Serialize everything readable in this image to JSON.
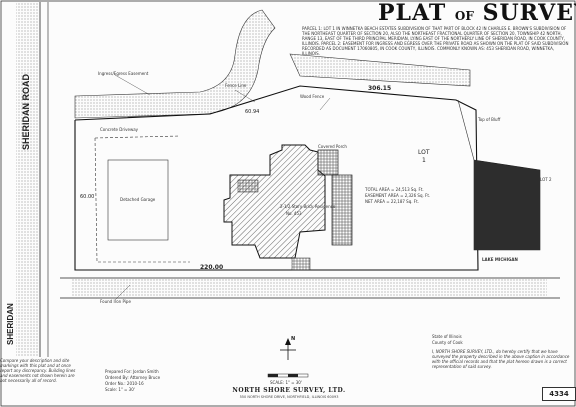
{
  "title": {
    "main": "PLAT",
    "of": "OF",
    "survey": "SURVEY"
  },
  "legal_description": "PARCEL 1: LOT 1 IN WINNETKA BEACH ESTATES SUBDIVISION OF THAT PART OF BLOCK 42 IN CHARLES E. BROWN'S SUBDIVISION OF THE NORTHEAST QUARTER OF SECTION 20, ALSO THE NORTHEAST FRACTIONAL QUARTER OF SECTION 20, TOWNSHIP 42 NORTH, RANGE 13, EAST OF THE THIRD PRINCIPAL MERIDIAN, LYING EAST OF THE NORTHERLY LINE OF SHERIDAN ROAD, IN COOK COUNTY, ILLINOIS. PARCEL 2: EASEMENT FOR INGRESS AND EGRESS OVER THE PRIVATE ROAD AS SHOWN ON THE PLAT OF SAID SUBDIVISION RECORDED AS DOCUMENT 17060805, IN COOK COUNTY, ILLINOIS. COMMONLY KNOWN AS: 453 SHERIDAN ROAD, WINNETKA, ILLINOIS.",
  "roads": {
    "sheridan": "SHERIDAN ROAD",
    "sheridan_lower": "SHERIDAN"
  },
  "lot": {
    "label": "LOT",
    "number": "1"
  },
  "dimensions": {
    "north": "306.15",
    "south": "220.00",
    "west": "60.00",
    "curve": "60.94"
  },
  "areas": {
    "total": "TOTAL AREA = 24,513 Sq. Ft.",
    "easement": "EASEMENT AREA = 2,326 Sq. Ft.",
    "net": "NET AREA = 22,187 Sq. Ft."
  },
  "building": {
    "main": "2-1/2 Story Brick Residence",
    "number": "No. 453",
    "garage": "Detached Garage",
    "porch": "Covered Porch"
  },
  "labels": {
    "easement": "Ingress/Egress Easement",
    "wood_fence": "Wood Fence",
    "iron_pipe": "Found Iron Pipe",
    "fence_line": "Fence Line",
    "driveway": "Concrete Driveway",
    "bluff": "Top of Bluff",
    "lake": "LAKE MICHIGAN",
    "lot_bl": "LOT 2",
    "state": "State of Illinois",
    "county": "County of Cook"
  },
  "notes": "Compare your description and site markings with this plat and at once report any discrepancy. Building lines and easements not shown herein are not necessarily all of record.",
  "prepared": {
    "prepared_for": "Prepared For:",
    "client": "Jordan Smith",
    "ordered_by": "Ordered By:",
    "ordered": "Attorney Bruce",
    "order_no": "Order No.:",
    "order": "2010-16",
    "scale_label": "Scale:",
    "scale": "1\" = 30'"
  },
  "certificate": "I, NORTH SHORE SURVEY, LTD., do hereby certify that we have surveyed the property described in the above caption in accordance with the official records and that the plat hereon drawn is a correct representation of said survey.",
  "company": {
    "name": "NORTH SHORE SURVEY, LTD.",
    "address": "550 NORTH SHORE DRIVE, NORTHFIELD, ILLINOIS 60093"
  },
  "scale_bar": "SCALE: 1\" = 30'",
  "compass": "N",
  "stamp": "4334",
  "colors": {
    "ink": "#222222",
    "hatch": "#555555",
    "paper": "#fcfcfc"
  }
}
